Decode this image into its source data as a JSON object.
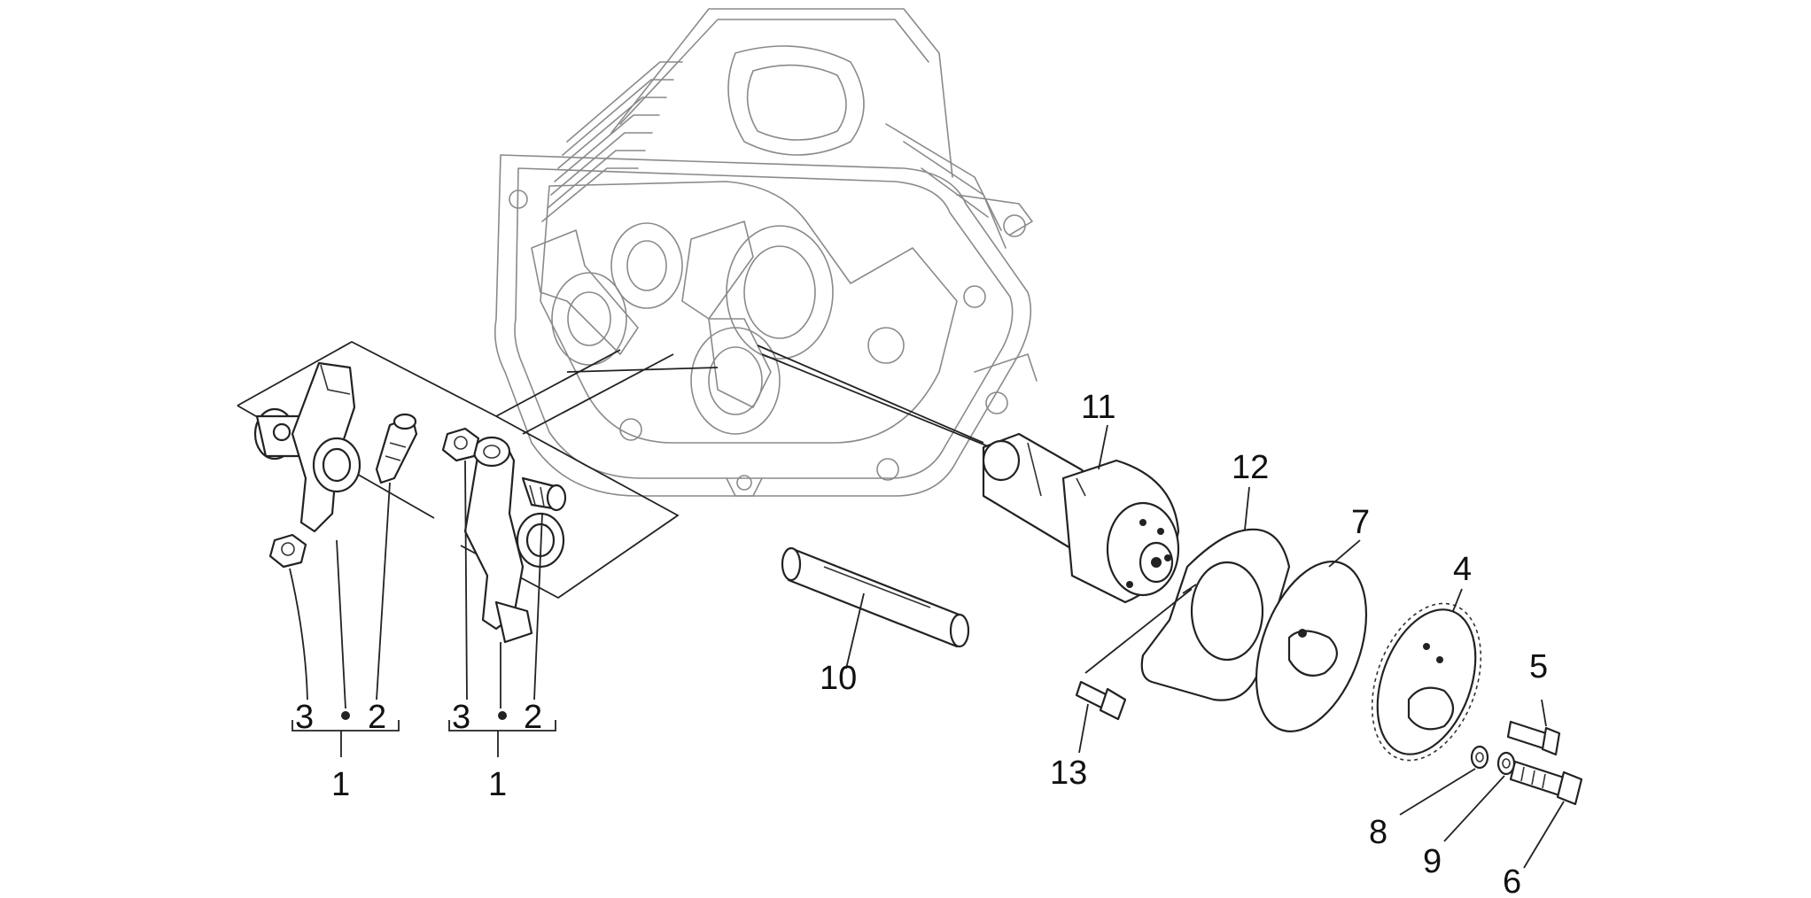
{
  "callouts": {
    "label_1_left": "1",
    "label_2_left": "2",
    "label_3_left": "3",
    "label_1_right": "1",
    "label_2_right": "2",
    "label_3_right": "3",
    "label_4": "4",
    "label_5": "5",
    "label_6": "6",
    "label_7": "7",
    "label_8": "8",
    "label_9": "9",
    "label_10": "10",
    "label_11": "11",
    "label_12": "12",
    "label_13": "13"
  }
}
